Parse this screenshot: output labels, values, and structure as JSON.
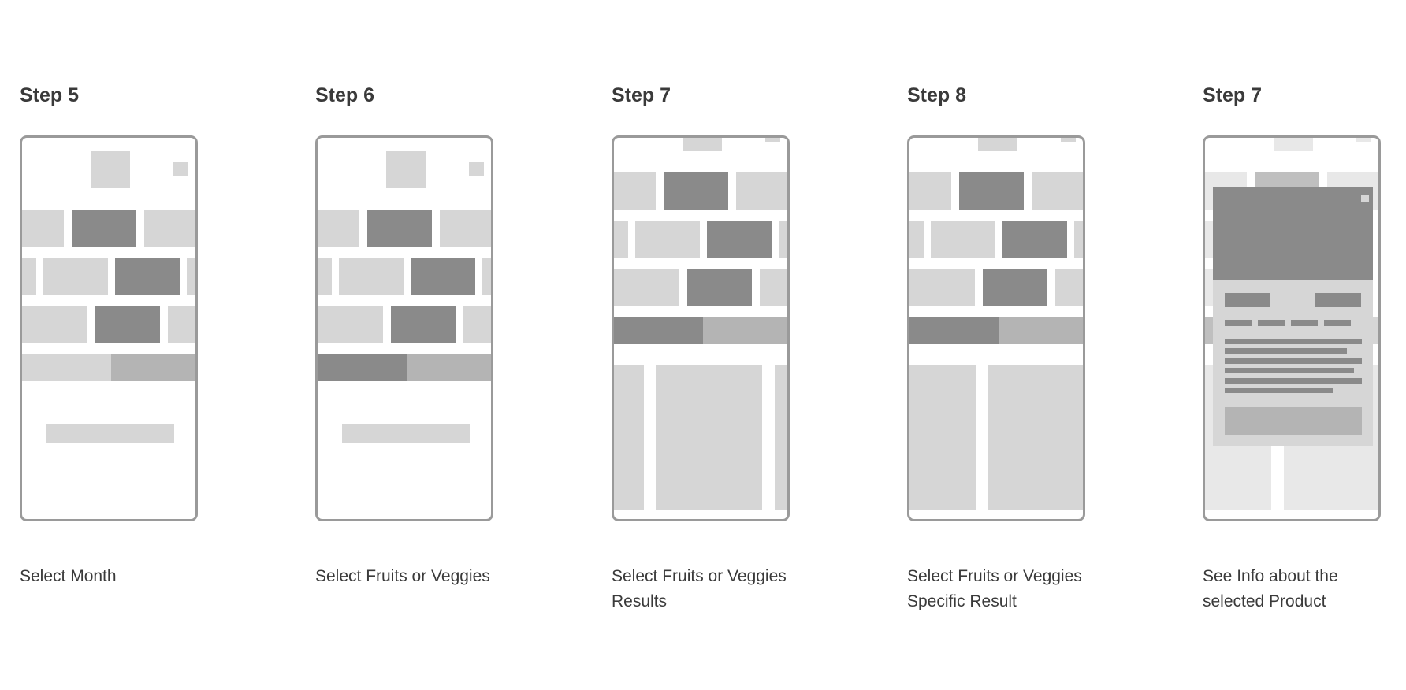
{
  "steps": [
    {
      "title": "Step 5",
      "caption": "Select Month"
    },
    {
      "title": "Step 6",
      "caption": "Select Fruits or Veggies"
    },
    {
      "title": "Step 7",
      "caption": "Select Fruits or Veggies Results"
    },
    {
      "title": "Step 8",
      "caption": "Select Fruits or Veggies Specific Result"
    },
    {
      "title": "Step 7",
      "caption": "See Info about the selected Product"
    }
  ],
  "colors": {
    "background": "#ffffff",
    "frame": "#9a9a9a",
    "block_light": "#d6d6d6",
    "block_dark": "#8a8a8a",
    "block_medium": "#b4b4b4",
    "text": "#3a3a3a"
  }
}
